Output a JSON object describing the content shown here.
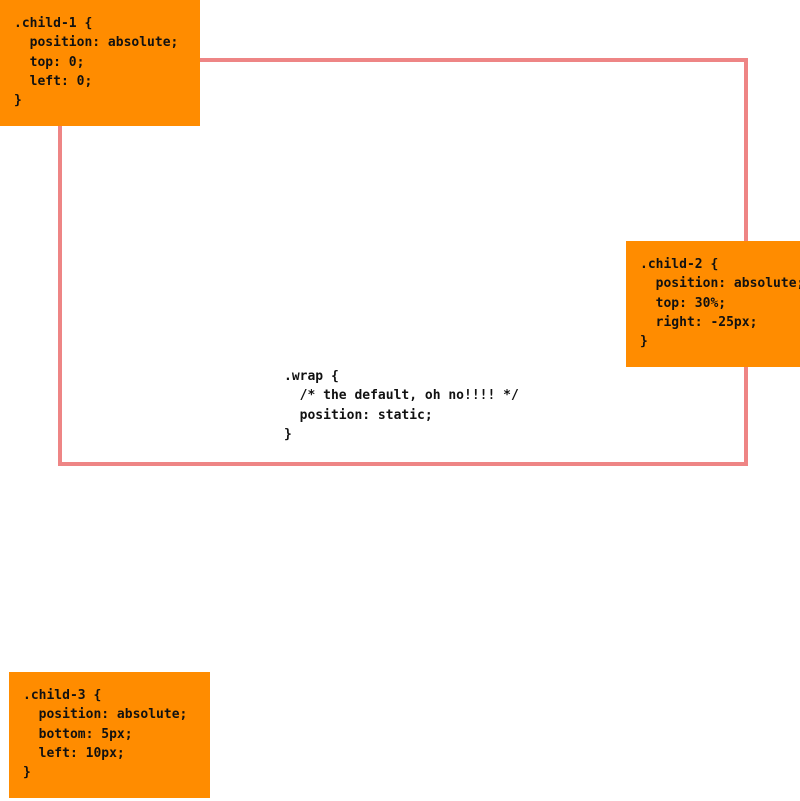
{
  "wrap": {
    "selector_line": ".wrap {",
    "comment_line": "  /* the default, oh no!!!! */",
    "prop_line": "  position: static;",
    "close_line": "}"
  },
  "child1": {
    "selector_line": ".child-1 {",
    "line1": "  position: absolute;",
    "line2": "  top: 0;",
    "line3": "  left: 0;",
    "close_line": "}"
  },
  "child2": {
    "selector_line": ".child-2 {",
    "line1": "  position: absolute;",
    "line2": "  top: 30%;",
    "line3": "  right: -25px;",
    "close_line": "}"
  },
  "child3": {
    "selector_line": ".child-3 {",
    "line1": "  position: absolute;",
    "line2": "  bottom: 5px;",
    "line3": "  left: 10px;",
    "close_line": "}"
  },
  "colors": {
    "wrap_border": "#ee8585",
    "child_background": "#ff8c00",
    "text": "#111111"
  }
}
